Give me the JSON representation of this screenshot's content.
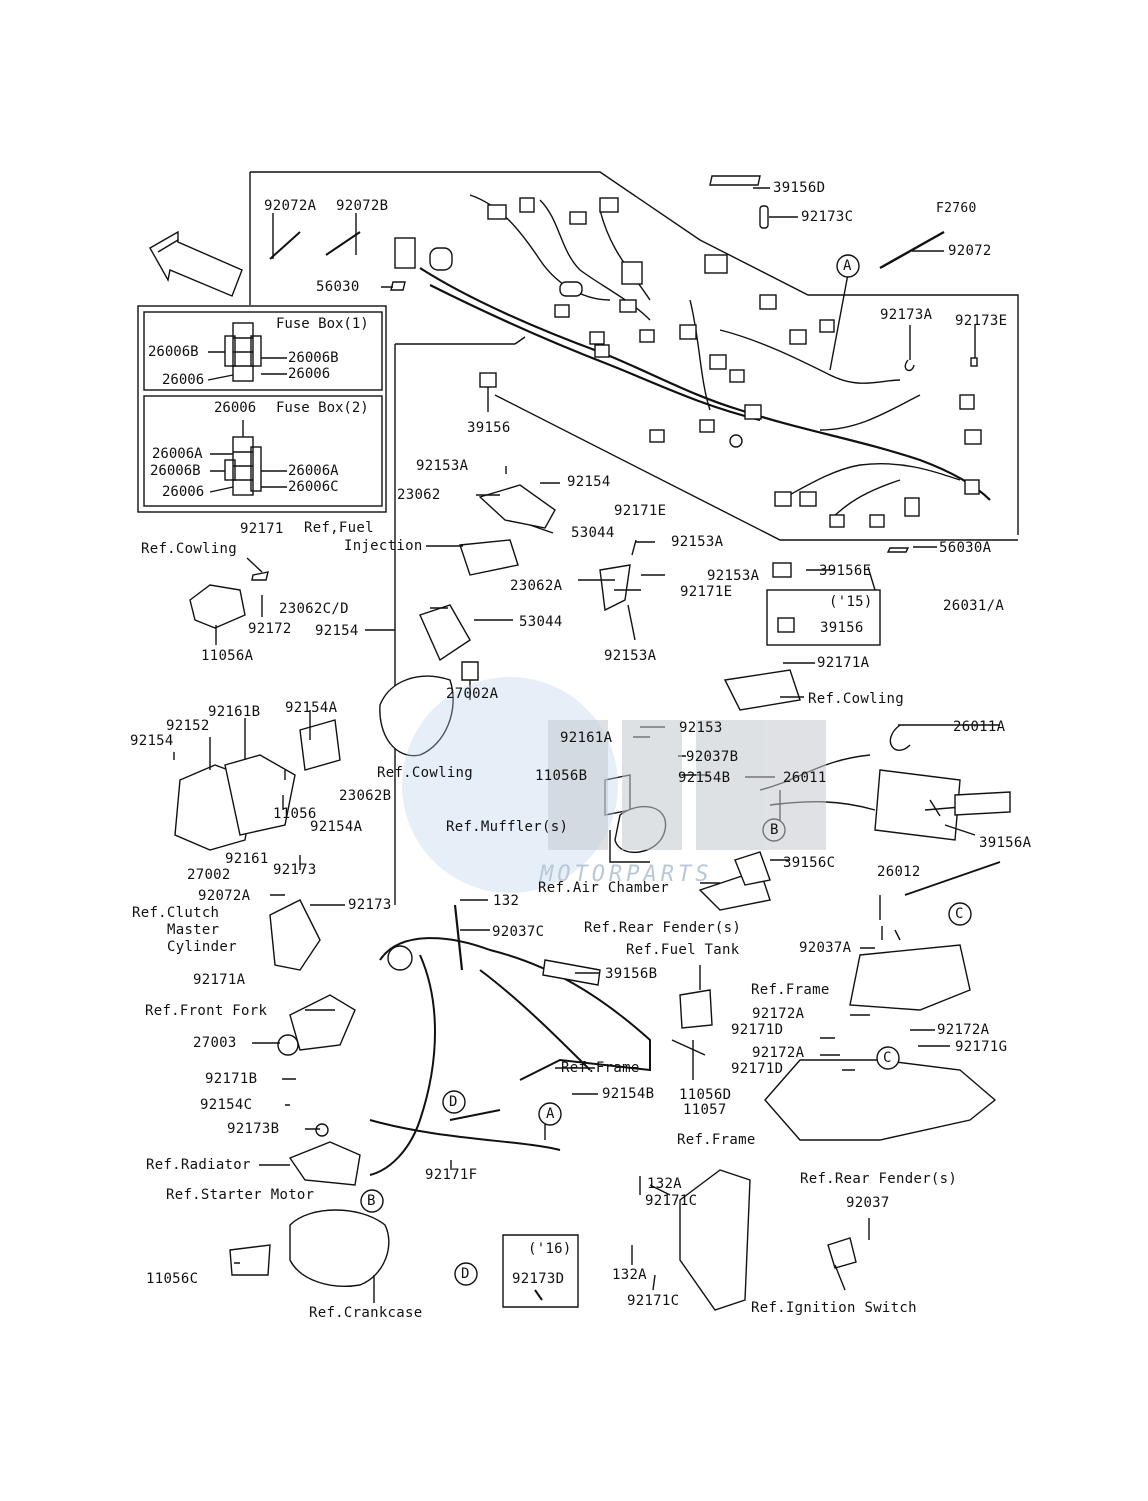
{
  "watermark": {
    "brand": "MOTORPARTS"
  },
  "fuse_box_1": {
    "title": "Fuse Box(1)",
    "left_top": "26006B",
    "right_top": "26006B",
    "left_bottom": "26006",
    "right_bottom": "26006"
  },
  "fuse_box_2": {
    "title": "Fuse Box(2)",
    "top": "26006",
    "left_1": "26006A",
    "left_2": "26006B",
    "left_3": "26006",
    "right_1": "26006A",
    "right_2": "26006C"
  },
  "labels": {
    "l92072A": "92072A",
    "l92072B": "92072B",
    "l56030": "56030",
    "l39156D": "39156D",
    "l92173C": "92173C",
    "lF2760": "F2760",
    "l92072": "92072",
    "lA1": "A",
    "l92173A": "92173A",
    "l92173E": "92173E",
    "l39156": "39156",
    "l92153A_1": "92153A",
    "l92154_1": "92154",
    "l23062": "23062",
    "l53044_1": "53044",
    "l92171E_1": "92171E",
    "l92153A_2": "92153A",
    "lRefFuel": "Ref,Fuel",
    "lInjection": "Injection",
    "l92171": "92171",
    "lRefCowling1": "Ref.Cowling",
    "l92153A_3": "92153A",
    "l23062A": "23062A",
    "l92171E_2": "92171E",
    "l56030A": "56030A",
    "l39156E": "39156E",
    "l26031A": "26031/A",
    "l15": "('15)",
    "l39156_15": "39156",
    "l23062CD": "23062C/D",
    "l92154_2": "92154",
    "l53044_2": "53044",
    "l92172": "92172",
    "l11056A": "11056A",
    "l92153A_4": "92153A",
    "l92171A_1": "92171A",
    "lRefCowling2": "Ref.Cowling",
    "l27002A": "27002A",
    "l92161B": "92161B",
    "l92152": "92152",
    "l92154A_1": "92154A",
    "l92154_3": "92154",
    "l92153": "92153",
    "l26011A": "26011A",
    "l92161A": "92161A",
    "l92037B": "92037B",
    "lRefCowling3": "Ref.Cowling",
    "l11056B": "11056B",
    "l92154B_1": "92154B",
    "l26011": "26011",
    "l23062B": "23062B",
    "l11056": "11056",
    "l92154A_2": "92154A",
    "lB1": "B",
    "lRefMuffler": "Ref.Muffler(s)",
    "l39156A": "39156A",
    "l27002": "27002",
    "l92161": "92161",
    "l39156C": "39156C",
    "l26012": "26012",
    "l92173_1": "92173",
    "lRefAirChamber": "Ref.Air Chamber",
    "l92072A_2": "92072A",
    "lRefClutch": "Ref.Clutch",
    "lMaster": "Master",
    "lCylinder": "Cylinder",
    "l92173_2": "92173",
    "l132": "132",
    "l92037C": "92037C",
    "lC1": "C",
    "lRefRearFender1": "Ref.Rear Fender(s)",
    "l92171A_2": "92171A",
    "lRefFuelTank": "Ref.Fuel Tank",
    "l92037A": "92037A",
    "l39156B": "39156B",
    "lRefFrontFork": "Ref.Front Fork",
    "lRefFrame1": "Ref.Frame",
    "l92172A_1": "92172A",
    "l92171D_1": "92171D",
    "l92172A_2": "92172A",
    "l27003": "27003",
    "l92171G": "92171G",
    "l92172A_3": "92172A",
    "l92171D_2": "92171D",
    "lRefFrame2": "Ref.Frame",
    "lC2": "C",
    "l92171B": "92171B",
    "l92154B_2": "92154B",
    "l11056D": "11056D",
    "l11057": "11057",
    "l92154C": "92154C",
    "lD1": "D",
    "lA2": "A",
    "l92173B": "92173B",
    "lRefFrame3": "Ref.Frame",
    "lRefRadiator": "Ref.Radiator",
    "l92171F": "92171F",
    "l132A_1": "132A",
    "lRefRearFender2": "Ref.Rear Fender(s)",
    "l92171C_1": "92171C",
    "lRefStarter": "Ref.Starter Motor",
    "lB2": "B",
    "l92037": "92037",
    "l16": "('16)",
    "l92173D": "92173D",
    "l11056C": "11056C",
    "lD2": "D",
    "l132A_2": "132A",
    "lRefCrankcase": "Ref.Crankcase",
    "l92171C_2": "92171C",
    "lRefIgnition": "Ref.Ignition Switch"
  }
}
